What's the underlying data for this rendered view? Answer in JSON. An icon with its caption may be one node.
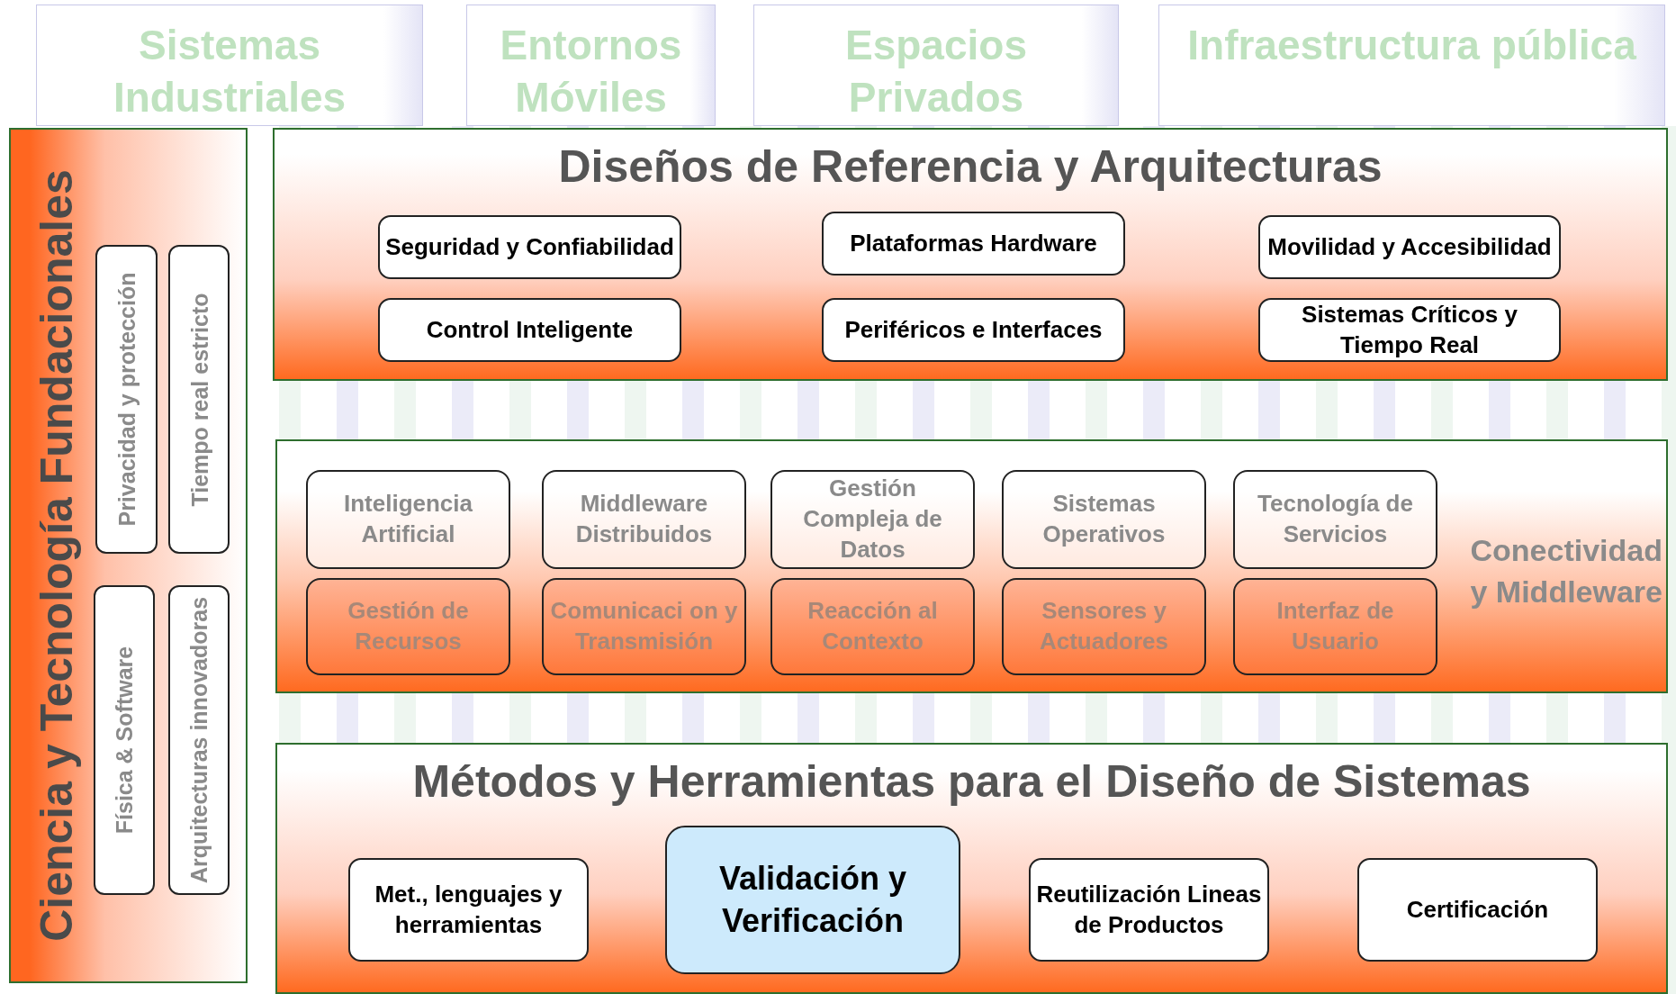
{
  "diagram": {
    "nodes": [
      {
        "text": [
          "Sistemas Industriales"
        ]
      },
      {
        "text": [
          "Entornos Móviles"
        ]
      },
      {
        "text": [
          "Espacios Privados"
        ]
      },
      {
        "text": [
          "Infraestructura pública"
        ]
      },
      {
        "text": [
          "Ciencia y Tecnología Fundacionales"
        ]
      },
      {
        "text": [
          "Privacidad y protección"
        ],
        "in": 4
      },
      {
        "text": [
          "Tiempo real estricto"
        ],
        "in": 4
      },
      {
        "text": [
          "Física & Software"
        ],
        "in": 4
      },
      {
        "text": [
          "Arquitecturas innovadoras"
        ],
        "in": 4
      },
      {
        "text": [
          "Diseños de Referencia y Arquitecturas"
        ]
      },
      {
        "text": [
          "Seguridad y Confiabilidad"
        ],
        "in": 9
      },
      {
        "text": [
          "Plataformas Hardware"
        ],
        "in": 9
      },
      {
        "text": [
          "Movilidad y Accesibilidad"
        ],
        "in": 9
      },
      {
        "text": [
          "Control Inteligente"
        ],
        "in": 9
      },
      {
        "text": [
          "Periféricos e Interfaces"
        ],
        "in": 9
      },
      {
        "text": [
          "Sistemas Críticos y Tiempo Real"
        ],
        "in": 9
      },
      {
        "text": [
          "Conectividad y Middleware"
        ]
      },
      {
        "text": [
          "Inteligencia Artificial"
        ],
        "in": 16
      },
      {
        "text": [
          "Middleware Distribuidos"
        ],
        "in": 16
      },
      {
        "text": [
          "Gestión Compleja de Datos"
        ],
        "in": 16
      },
      {
        "text": [
          "Sistemas Operativos"
        ],
        "in": 16
      },
      {
        "text": [
          "Tecnología de Servicios"
        ],
        "in": 16
      },
      {
        "text": [
          "Gestión de Recursos"
        ],
        "in": 16
      },
      {
        "text": [
          "Comunicaci on y Transmisión"
        ],
        "in": 16
      },
      {
        "text": [
          "Reacción al Contexto"
        ],
        "in": 16
      },
      {
        "text": [
          "Sensores y Actuadores"
        ],
        "in": 16
      },
      {
        "text": [
          "Interfaz de Usuario"
        ],
        "in": 16
      },
      {
        "text": [
          "Métodos y Herramientas para el Diseño de Sistemas"
        ]
      },
      {
        "text": [
          "Met., lenguajes y herramientas"
        ],
        "in": 27
      },
      {
        "text": [
          "Validación y Verificación"
        ],
        "in": 27
      },
      {
        "text": [
          "Reutilización Lineas de Productos"
        ],
        "in": 27
      },
      {
        "text": [
          "Certificación"
        ],
        "in": 27
      }
    ],
    "edges": []
  }
}
